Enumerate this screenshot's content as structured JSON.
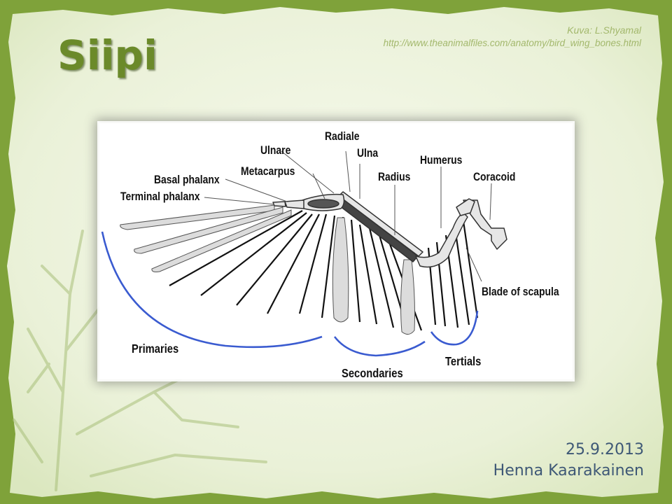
{
  "slide": {
    "title": "Siipi",
    "credit_line1": "Kuva: L.Shyamal",
    "credit_line2": "http://www.theanimalfiles.com/anatomy/bird_wing_bones.html",
    "date": "25.9.2013",
    "author": "Henna Kaarakainen"
  },
  "diagram": {
    "labels": {
      "radiale": "Radiale",
      "ulnare": "Ulnare",
      "ulna": "Ulna",
      "radius": "Radius",
      "humerus": "Humerus",
      "coracoid": "Coracoid",
      "metacarpus": "Metacarpus",
      "basal_phalanx": "Basal phalanx",
      "terminal_phalanx": "Terminal phalanx",
      "blade_of_scapula": "Blade of scapula",
      "primaries": "Primaries",
      "secondaries": "Secondaries",
      "tertials": "Tertials"
    }
  },
  "colors": {
    "frame_green": "#7fa23a",
    "paper": "#eef3df",
    "title": "#6b8a2a",
    "footer_text": "#3e5876",
    "group_brace": "#3a5bd0",
    "bone": "#e6e6e6",
    "feather": "#dcdcdc"
  }
}
